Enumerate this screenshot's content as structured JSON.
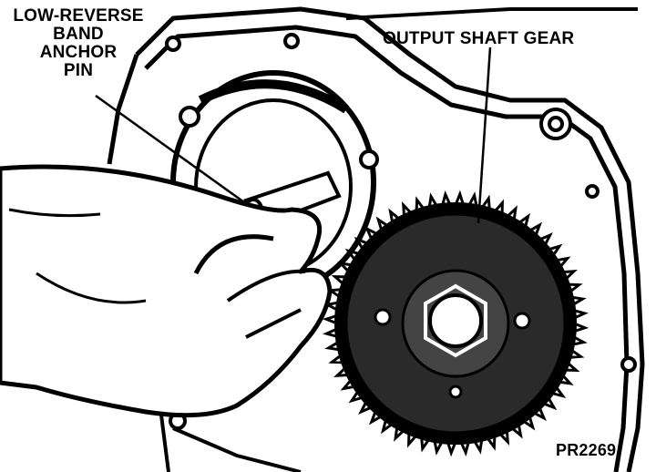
{
  "labels": {
    "anchor_pin": [
      "LOW-REVERSE",
      "BAND",
      "ANCHOR",
      "PIN"
    ],
    "output_shaft_gear": "OUTPUT SHAFT GEAR",
    "figure_id": "PR2269"
  },
  "colors": {
    "ink": "#000000",
    "paper": "#ffffff",
    "gear_fill": "#2a2a2a"
  }
}
